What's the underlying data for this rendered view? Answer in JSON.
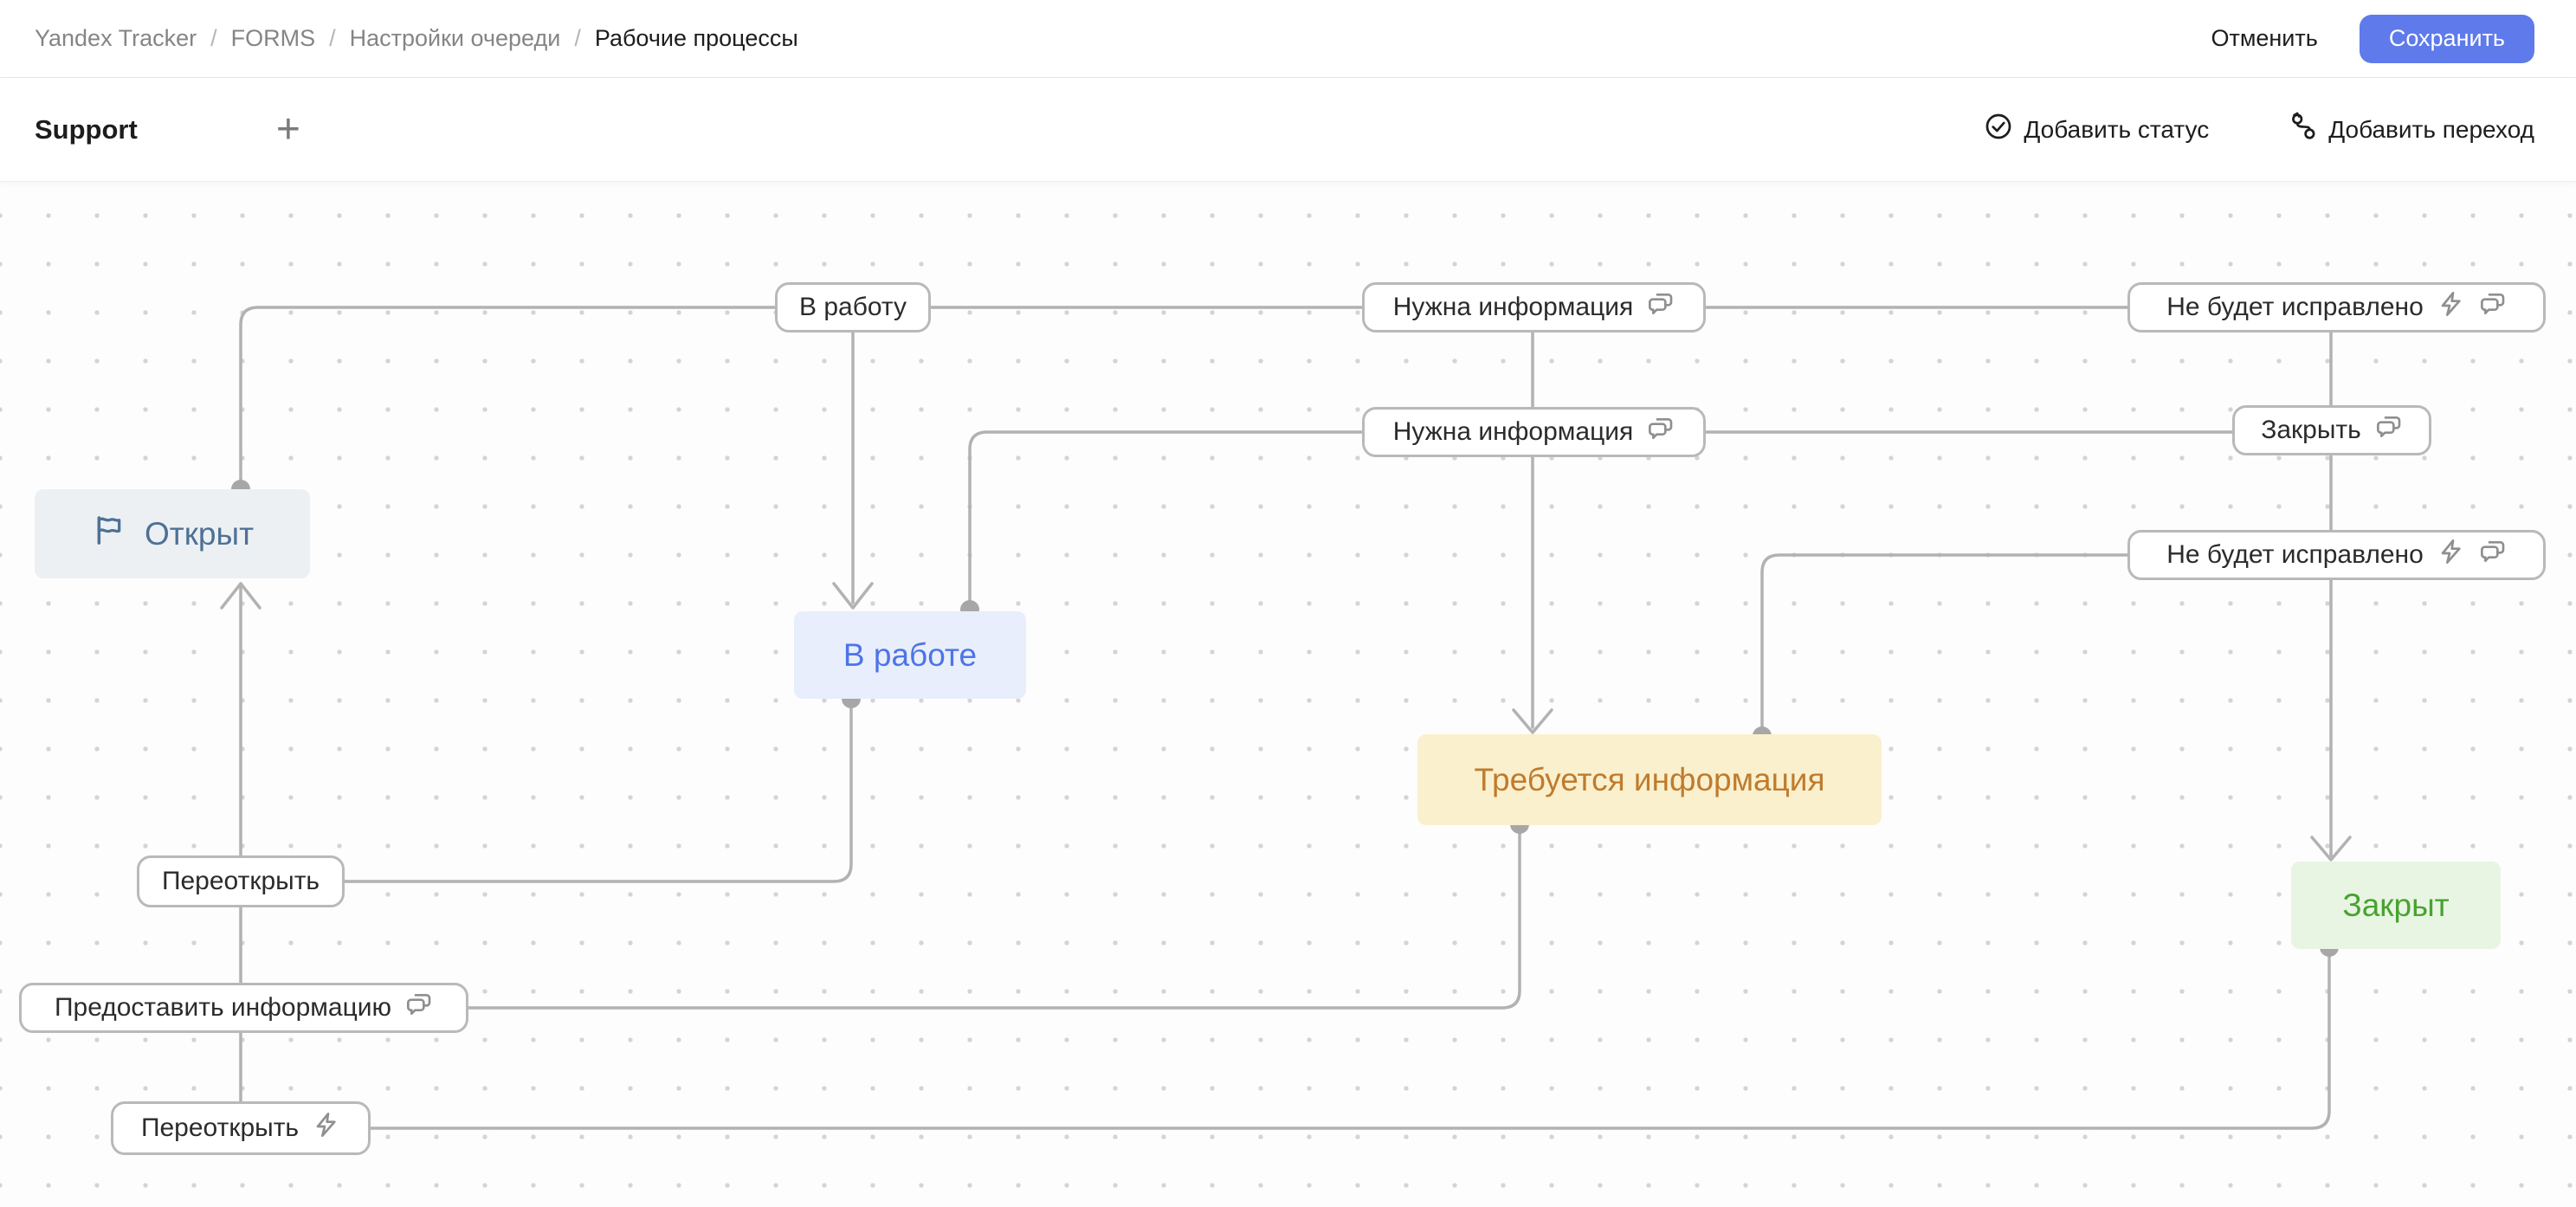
{
  "breadcrumb": {
    "separator": "/",
    "items": [
      "Yandex Tracker",
      "FORMS",
      "Настройки очереди",
      "Рабочие процессы"
    ]
  },
  "header": {
    "cancel_label": "Отменить",
    "save_label": "Сохранить"
  },
  "toolbar": {
    "workflow_name": "Support",
    "add_tab_label": "+",
    "add_status_label": "Добавить статус",
    "add_transition_label": "Добавить переход",
    "add_status_icon": "check-circle-icon",
    "add_transition_icon": "branch-icon"
  },
  "canvas": {
    "statuses": [
      {
        "label": "Открыт",
        "text_color": "#4e7195",
        "bg_color": "#edf0f3",
        "icon": "flag-icon"
      },
      {
        "label": "В работе",
        "text_color": "#4d74e8",
        "bg_color": "#e9eefc"
      },
      {
        "label": "Требуется информация",
        "text_color": "#bf7b2e",
        "bg_color": "#faf0cd"
      },
      {
        "label": "Закрыт",
        "text_color": "#47a32f",
        "bg_color": "#e8f5e3"
      }
    ],
    "transitions": [
      {
        "label": "В работу",
        "icons": []
      },
      {
        "label": "Нужна информация",
        "icons": [
          "chat-icon"
        ]
      },
      {
        "label": "Не будет исправлено",
        "icons": [
          "lightning-icon",
          "chat-icon"
        ]
      },
      {
        "label": "Нужна информация",
        "icons": [
          "chat-icon"
        ]
      },
      {
        "label": "Закрыть",
        "icons": [
          "chat-icon"
        ]
      },
      {
        "label": "Не будет исправлено",
        "icons": [
          "lightning-icon",
          "chat-icon"
        ]
      },
      {
        "label": "Переоткрыть",
        "icons": []
      },
      {
        "label": "Предоставить информацию",
        "icons": [
          "chat-icon"
        ]
      },
      {
        "label": "Переоткрыть",
        "icons": [
          "lightning-icon"
        ]
      }
    ]
  },
  "colors": {
    "accent_save_button": "#5f7aeb",
    "connector_line": "#b2b2b2",
    "canvas_dot": "#d4d4d4"
  }
}
